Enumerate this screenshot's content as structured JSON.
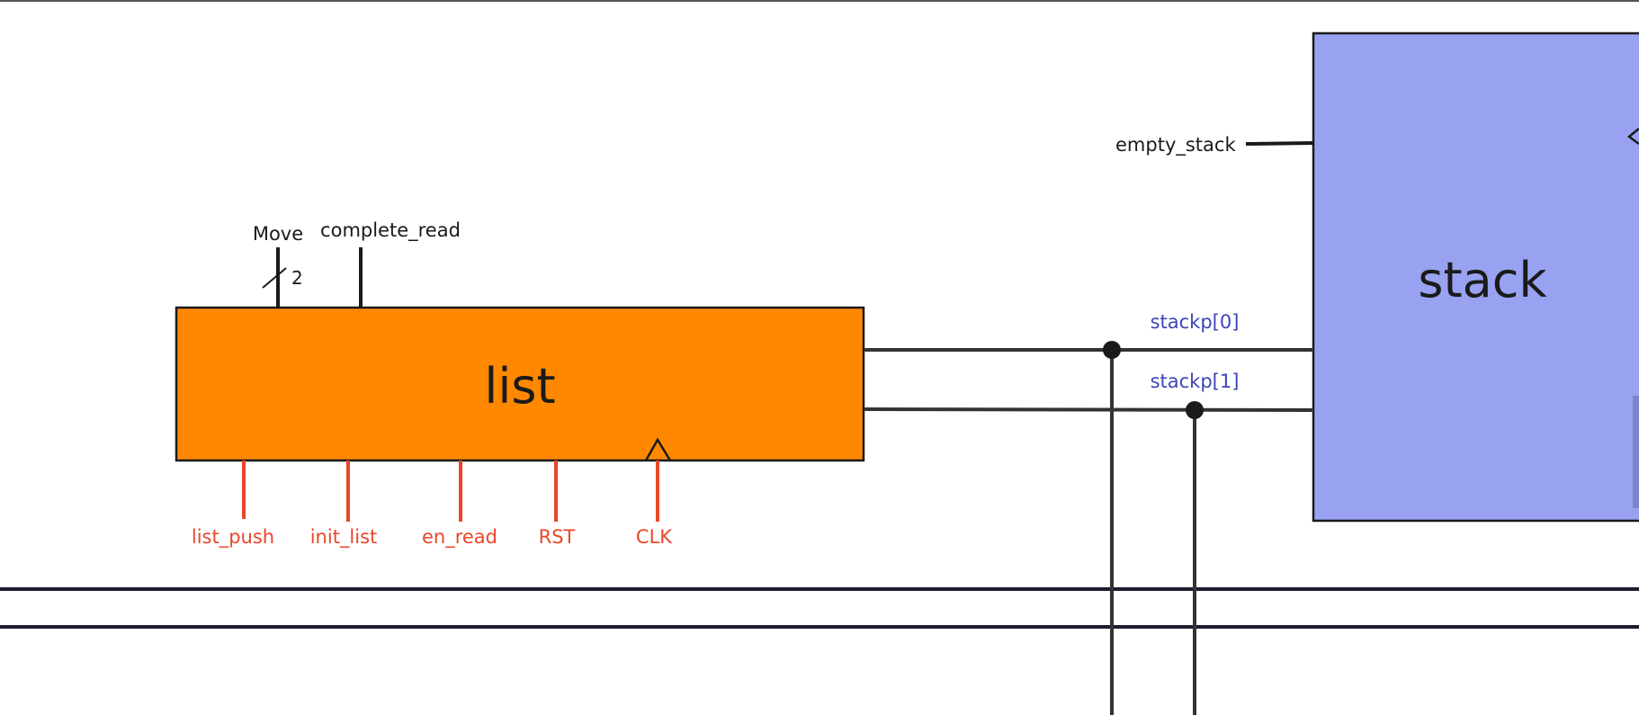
{
  "blocks": {
    "list": {
      "label": "list",
      "fill": "#ff8800"
    },
    "stack": {
      "label": "stack",
      "fill": "#98a2f0"
    }
  },
  "top_inputs": {
    "move": {
      "label": "Move",
      "bus_width": "2"
    },
    "complete_read": {
      "label": "complete_read"
    }
  },
  "bottom_inputs": [
    {
      "label": "list_push"
    },
    {
      "label": "init_list"
    },
    {
      "label": "en_read"
    },
    {
      "label": "RST"
    },
    {
      "label": "CLK"
    }
  ],
  "stack_ports": {
    "empty_stack": {
      "label": "empty_stack"
    },
    "stackp0": {
      "label": "stackp[0]"
    },
    "stackp1": {
      "label": "stackp[1]"
    }
  },
  "colors": {
    "control_signal": "#e8472a",
    "bus_label": "#3d45b8",
    "wire": "#333333",
    "rail": "#1c1c2e"
  }
}
